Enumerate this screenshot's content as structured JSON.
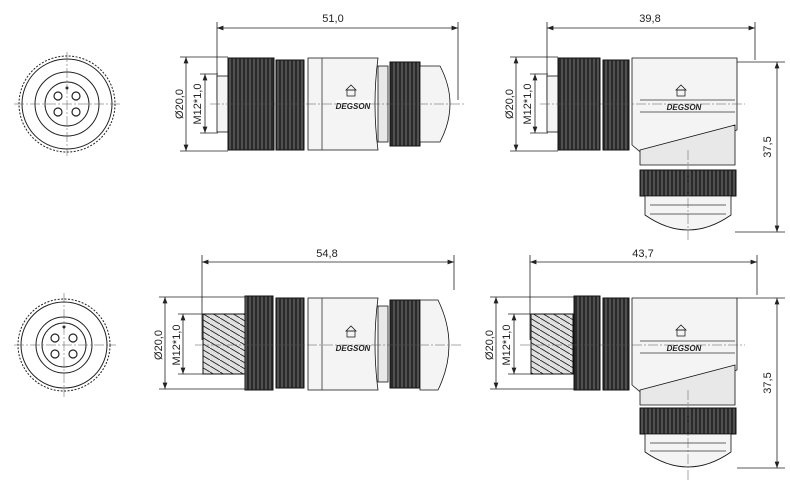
{
  "brand": "DEGSON",
  "drawings": [
    {
      "id": "female-straight",
      "length_label": "51,0",
      "diameter_label": "Ø20,0",
      "thread_label": "M12*1,0"
    },
    {
      "id": "female-angled",
      "length_label": "39,8",
      "diameter_label": "Ø20,0",
      "thread_label": "M12*1,0",
      "height_label": "37,5"
    },
    {
      "id": "male-straight",
      "length_label": "54,8",
      "diameter_label": "Ø20,0",
      "thread_label": "M12*1,0"
    },
    {
      "id": "male-angled",
      "length_label": "43,7",
      "diameter_label": "Ø20,0",
      "thread_label": "M12*1,0",
      "height_label": "37,5"
    }
  ]
}
